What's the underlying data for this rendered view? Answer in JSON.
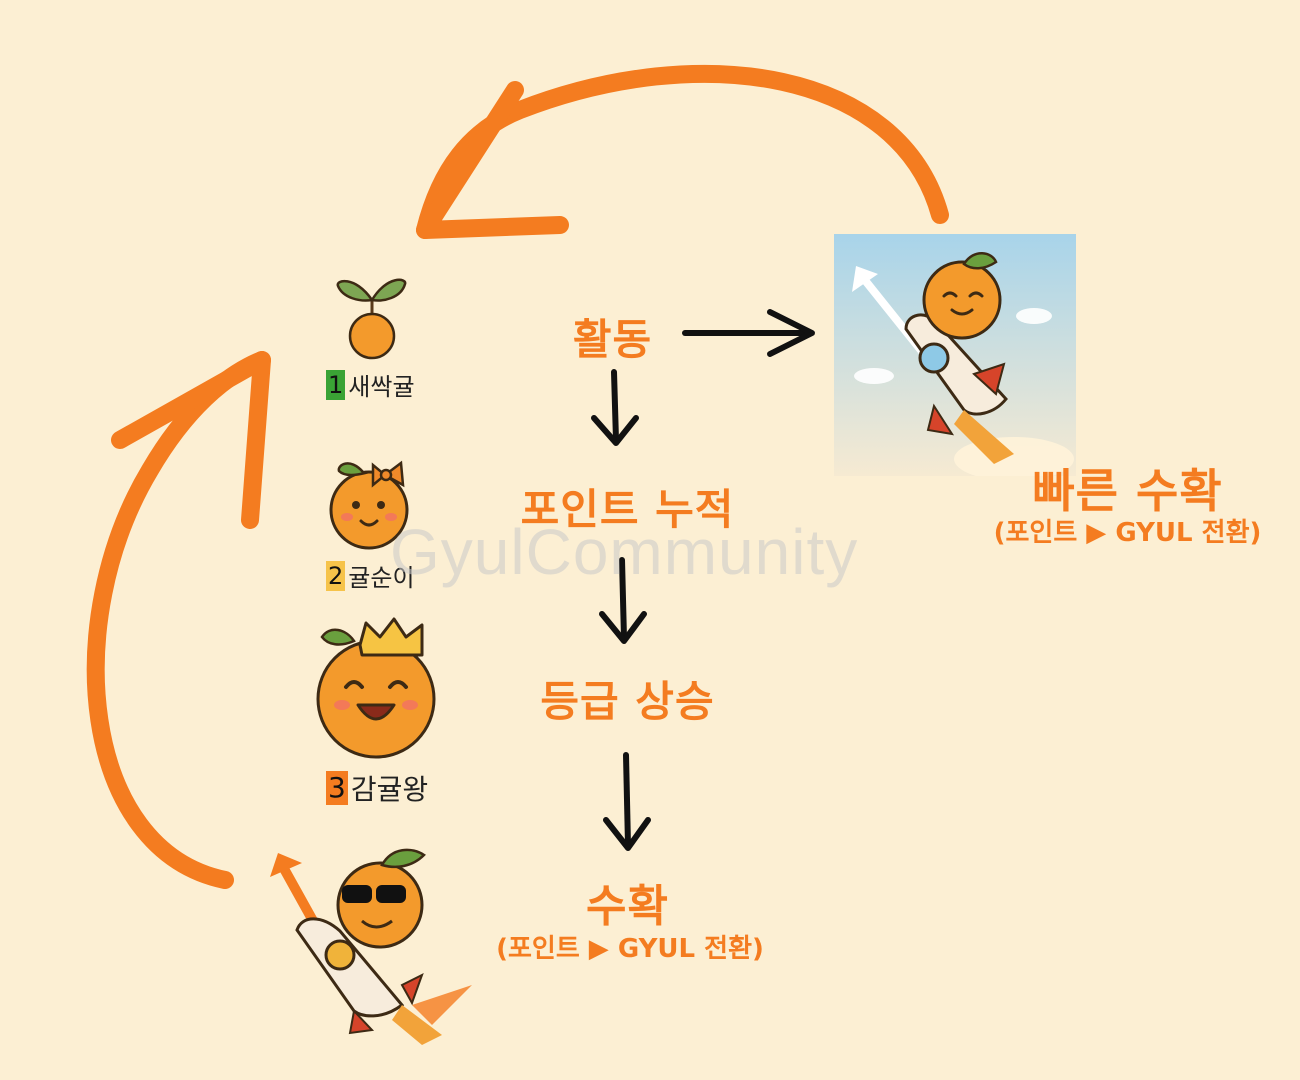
{
  "flow": {
    "activity": "활동",
    "points": "포인트 누적",
    "rank_up": "등급 상승",
    "harvest": "수확",
    "harvest_sub": "(포인트 ▶ GYUL 전환)",
    "fast_harvest": "빠른 수확",
    "fast_harvest_sub": "(포인트 ▶ GYUL 전환)"
  },
  "levels": [
    {
      "num": "1",
      "name": "새싹귤",
      "badge_color": "#3aa335"
    },
    {
      "num": "2",
      "name": "귤순이",
      "badge_color": "#f6c34a"
    },
    {
      "num": "3",
      "name": "감귤왕",
      "badge_color": "#f47c20"
    }
  ],
  "watermark": "GyulCommunity",
  "colors": {
    "accent": "#f47c20",
    "background": "#fcefd3",
    "arrow": "#111111",
    "sky": "#bfe0ee"
  },
  "icons": {
    "level1": "sprout-orange-icon",
    "level2": "girl-orange-icon",
    "level3": "king-orange-icon",
    "rocket_fast": "rocket-orange-icon",
    "rocket_harvest": "sunglasses-rocket-orange-icon"
  }
}
